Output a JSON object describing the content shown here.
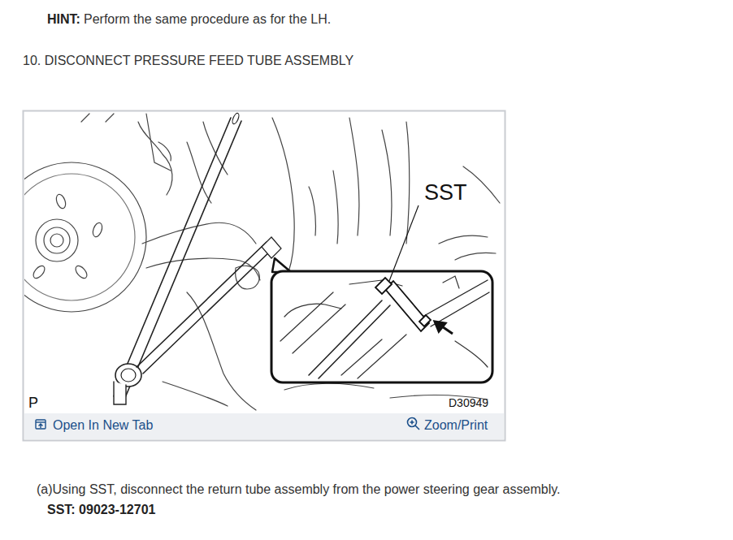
{
  "diagram": {
    "title": "10. DISCONNECT PRESSURE FEED TUBE ASSEMBLY",
    "labels": [
      "HINT:",
      "Perform the same procedure as for the LH.",
      "SST",
      "P",
      "D30949",
      "Open In New Tab",
      "Zoom/Print",
      "(a)Using SST, disconnect the return tube assembly from the power steering gear assembly.",
      "SST: 09023-12701"
    ]
  }
}
